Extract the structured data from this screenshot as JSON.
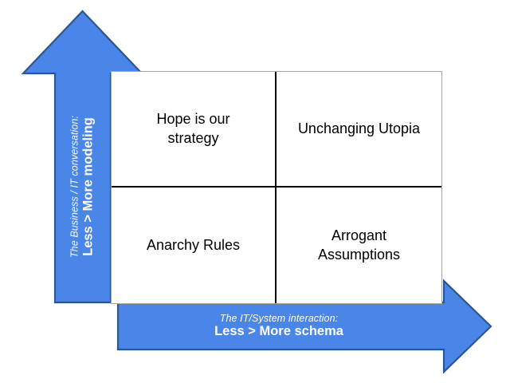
{
  "diagram": {
    "type": "2x2-quadrant-matrix",
    "colors": {
      "arrow_fill": "#4a86e8",
      "arrow_stroke": "#2b5597",
      "matrix_border": "#a6a6a6",
      "divider": "#000000",
      "cell_text": "#000000",
      "arrow_text": "#ffffff",
      "background": "#ffffff"
    },
    "y_axis": {
      "name": "vertical-arrow",
      "direction": "up",
      "sub_label": "The Business / IT conversation:",
      "main_label": "Less > More modeling"
    },
    "x_axis": {
      "name": "horizontal-arrow",
      "direction": "right",
      "sub_label": "The IT/System interaction:",
      "main_label": "Less > More schema"
    },
    "quadrants": [
      {
        "position": "top-left",
        "label": "Hope is our\nstrategy"
      },
      {
        "position": "top-right",
        "label": "Unchanging Utopia"
      },
      {
        "position": "bottom-left",
        "label": "Anarchy Rules"
      },
      {
        "position": "bottom-right",
        "label": "Arrogant\nAssumptions"
      }
    ]
  }
}
